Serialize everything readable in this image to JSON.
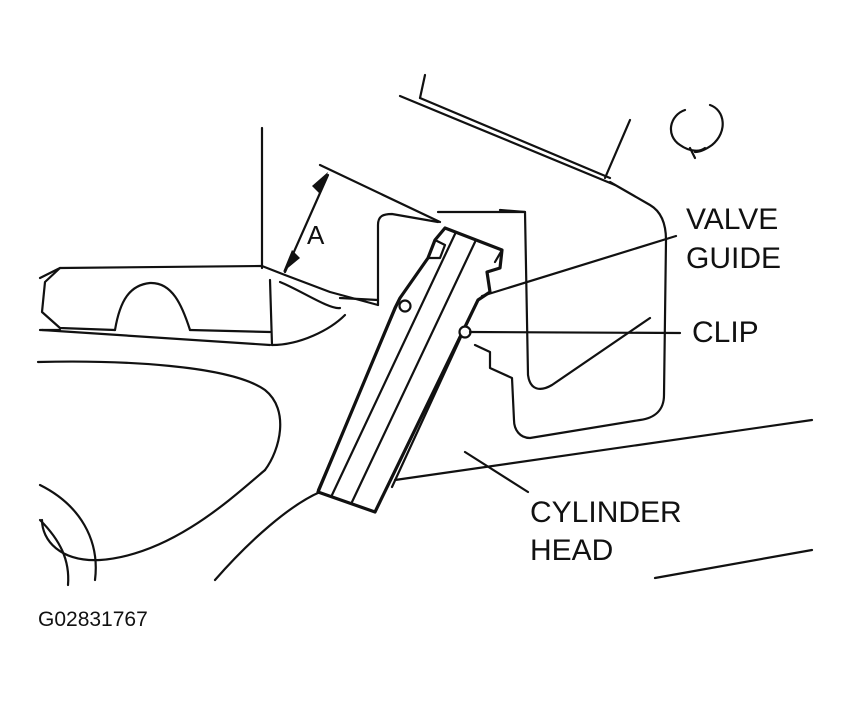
{
  "diagram": {
    "labels": {
      "dimension": "A",
      "valve_guide_line1": "VALVE",
      "valve_guide_line2": "GUIDE",
      "clip": "CLIP",
      "cylinder_head_line1": "CYLINDER",
      "cylinder_head_line2": "HEAD"
    },
    "figure_id": "G02831767"
  }
}
